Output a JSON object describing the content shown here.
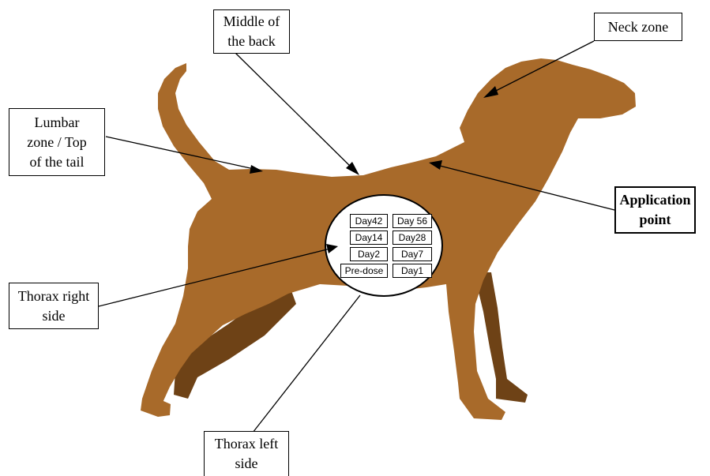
{
  "colors": {
    "body": "#A86A2A",
    "shadow": "#6E4216",
    "outline": "#000000",
    "background": "#FFFFFF"
  },
  "labels": {
    "middle_back": [
      "Middle of",
      "the back"
    ],
    "neck": [
      "Neck zone"
    ],
    "lumbar": [
      "Lumbar",
      "zone / Top",
      "of the tail"
    ],
    "application": [
      "Application",
      "point"
    ],
    "thorax_right": [
      "Thorax right",
      "side"
    ],
    "thorax_left": [
      "Thorax left",
      "side"
    ]
  },
  "grid_cells": [
    [
      "Day42",
      "Day 56"
    ],
    [
      "Day14",
      "Day28"
    ],
    [
      "Day2",
      "Day7"
    ],
    [
      "Pre-dose",
      "Day1"
    ]
  ]
}
